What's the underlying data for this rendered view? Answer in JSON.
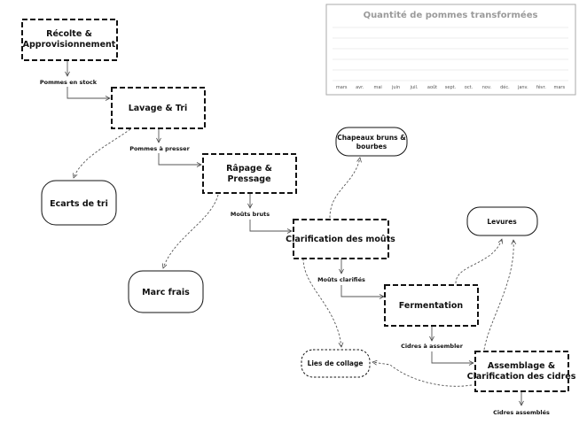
{
  "processes": {
    "recolte": [
      "Récolte &",
      "Approvisionnement"
    ],
    "lavage": [
      "Lavage & Tri"
    ],
    "rapage": [
      "Râpage &",
      "Pressage"
    ],
    "clarification": [
      "Clarification des moûts"
    ],
    "fermentation": [
      "Fermentation"
    ],
    "assemblage": [
      "Assemblage &",
      "Clarification des cidres"
    ]
  },
  "flows": {
    "pommes_stock": "Pommes en stock",
    "pommes_presser": "Pommes à presser",
    "mouts_bruts": "Moûts bruts",
    "mouts_clarifies": "Moûts clarifiés",
    "cidres_assembler": "Cidres à assembler",
    "cidres_assembles": "Cidres assemblés"
  },
  "outputs": {
    "ecarts": [
      "Ecarts de tri"
    ],
    "marc": [
      "Marc frais"
    ],
    "chapeaux": [
      "Chapeaux bruns &",
      "bourbes"
    ],
    "levures": [
      "Levures"
    ],
    "lies": [
      "Lies de collage"
    ]
  },
  "chart_data": {
    "type": "line",
    "title": "Quantité de pommes transformées",
    "categories": [
      "mars",
      "avr.",
      "mai",
      "juin",
      "juil.",
      "août",
      "sept.",
      "oct.",
      "nov.",
      "déc.",
      "janv.",
      "févr.",
      "mars"
    ],
    "series": [],
    "grid": true
  }
}
